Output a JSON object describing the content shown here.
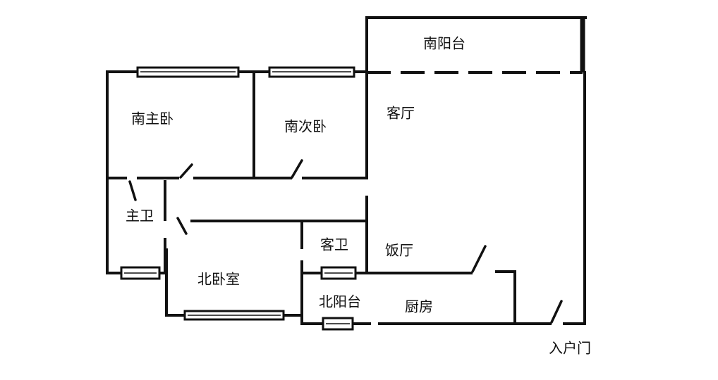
{
  "rooms": {
    "south_balcony": "南阳台",
    "living_room": "客厅",
    "master_bedroom": "南主卧",
    "second_bedroom": "南次卧",
    "master_bath": "主卫",
    "guest_bath": "客卫",
    "dining_room": "饭厅",
    "north_bedroom": "北卧室",
    "north_balcony": "北阳台",
    "kitchen": "厨房",
    "entrance": "入户门"
  },
  "colors": {
    "wall": "#111111",
    "background": "#ffffff"
  }
}
